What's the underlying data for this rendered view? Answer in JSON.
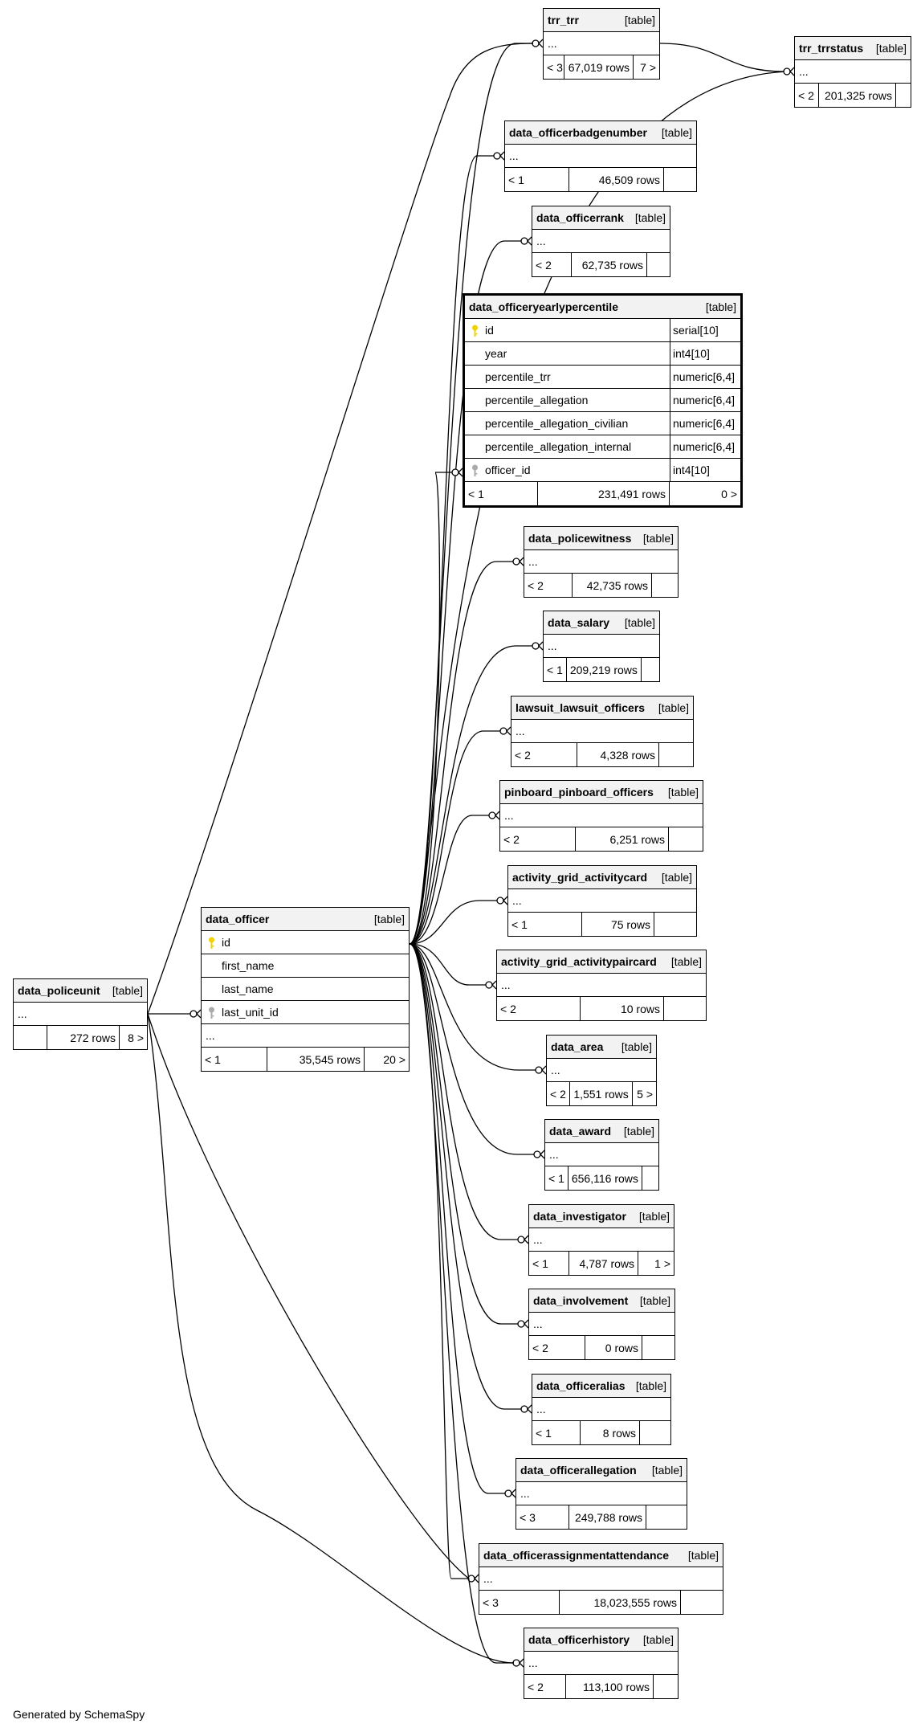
{
  "footer": "Generated by SchemaSpy",
  "table_kind": "[table]",
  "colors": {
    "primary_key": "#f2d100",
    "foreign_key": "#aaaaaa",
    "header_bg": "#f2f2f2"
  },
  "data_officer": {
    "name": "data_officer",
    "columns": [
      "id",
      "first_name",
      "last_name",
      "last_unit_id"
    ],
    "ellipsis": "...",
    "parents": "< 1",
    "rows": "35,545 rows",
    "children": "20 >"
  },
  "data_policeunit": {
    "name": "data_policeunit",
    "ellipsis": "...",
    "parents": "",
    "rows": "272 rows",
    "children": "8 >"
  },
  "focus": {
    "name": "data_officeryearlypercentile",
    "columns": [
      {
        "name": "id",
        "type": "serial[10]"
      },
      {
        "name": "year",
        "type": "int4[10]"
      },
      {
        "name": "percentile_trr",
        "type": "numeric[6,4]"
      },
      {
        "name": "percentile_allegation",
        "type": "numeric[6,4]"
      },
      {
        "name": "percentile_allegation_civilian",
        "type": "numeric[6,4]"
      },
      {
        "name": "percentile_allegation_internal",
        "type": "numeric[6,4]"
      },
      {
        "name": "officer_id",
        "type": "int4[10]"
      }
    ],
    "parents": "< 1",
    "rows": "231,491 rows",
    "children": "0 >"
  },
  "tables": [
    {
      "name": "trr_trr",
      "ellipsis": "...",
      "parents": "< 3",
      "rows": "67,019 rows",
      "children": "7 >"
    },
    {
      "name": "trr_trrstatus",
      "ellipsis": "...",
      "parents": "< 2",
      "rows": "201,325 rows",
      "children": ""
    },
    {
      "name": "data_officerbadgenumber",
      "ellipsis": "...",
      "parents": "< 1",
      "rows": "46,509 rows",
      "children": ""
    },
    {
      "name": "data_officerrank",
      "ellipsis": "...",
      "parents": "< 2",
      "rows": "62,735 rows",
      "children": ""
    },
    {
      "name": "data_policewitness",
      "ellipsis": "...",
      "parents": "< 2",
      "rows": "42,735 rows",
      "children": ""
    },
    {
      "name": "data_salary",
      "ellipsis": "...",
      "parents": "< 1",
      "rows": "209,219 rows",
      "children": ""
    },
    {
      "name": "lawsuit_lawsuit_officers",
      "ellipsis": "...",
      "parents": "< 2",
      "rows": "4,328 rows",
      "children": ""
    },
    {
      "name": "pinboard_pinboard_officers",
      "ellipsis": "...",
      "parents": "< 2",
      "rows": "6,251 rows",
      "children": ""
    },
    {
      "name": "activity_grid_activitycard",
      "ellipsis": "...",
      "parents": "< 1",
      "rows": "75 rows",
      "children": ""
    },
    {
      "name": "activity_grid_activitypaircard",
      "ellipsis": "...",
      "parents": "< 2",
      "rows": "10 rows",
      "children": ""
    },
    {
      "name": "data_area",
      "ellipsis": "...",
      "parents": "< 2",
      "rows": "1,551 rows",
      "children": "5 >"
    },
    {
      "name": "data_award",
      "ellipsis": "...",
      "parents": "< 1",
      "rows": "656,116 rows",
      "children": ""
    },
    {
      "name": "data_investigator",
      "ellipsis": "...",
      "parents": "< 1",
      "rows": "4,787 rows",
      "children": "1 >"
    },
    {
      "name": "data_involvement",
      "ellipsis": "...",
      "parents": "< 2",
      "rows": "0 rows",
      "children": ""
    },
    {
      "name": "data_officeralias",
      "ellipsis": "...",
      "parents": "< 1",
      "rows": "8 rows",
      "children": ""
    },
    {
      "name": "data_officerallegation",
      "ellipsis": "...",
      "parents": "< 3",
      "rows": "249,788 rows",
      "children": ""
    },
    {
      "name": "data_officerassignmentattendance",
      "ellipsis": "...",
      "parents": "< 3",
      "rows": "18,023,555 rows",
      "children": ""
    },
    {
      "name": "data_officerhistory",
      "ellipsis": "...",
      "parents": "< 2",
      "rows": "113,100 rows",
      "children": ""
    }
  ]
}
